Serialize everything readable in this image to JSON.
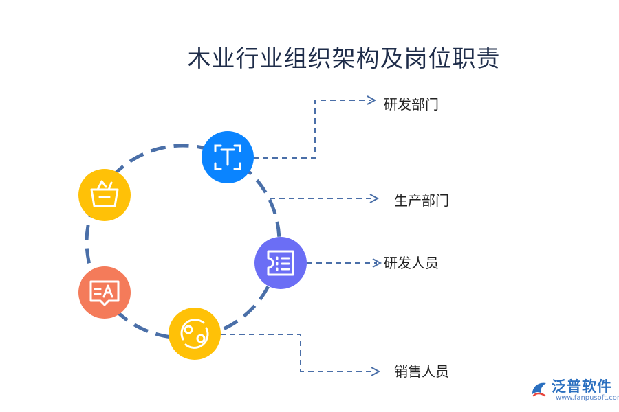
{
  "title": "木业行业组织架构及岗位职责",
  "branches": [
    {
      "label": "研发部门",
      "color": "#0a84ff",
      "icon": "text-frame-icon"
    },
    {
      "label": "生产部门"
    },
    {
      "label": "研发人员",
      "color": "#6b6ef5",
      "icon": "ticket-list-icon"
    },
    {
      "label": "销售人员",
      "color": "#ffc107",
      "icon": "swap-cycle-icon"
    }
  ],
  "extra_nodes": [
    {
      "color": "#ffc107",
      "icon": "basket-icon"
    },
    {
      "color": "#f47b5a",
      "icon": "translate-icon"
    }
  ],
  "line_color": "#4a6fa8",
  "logo": {
    "name": "泛普软件",
    "url": "www.fanpusoft.com"
  }
}
